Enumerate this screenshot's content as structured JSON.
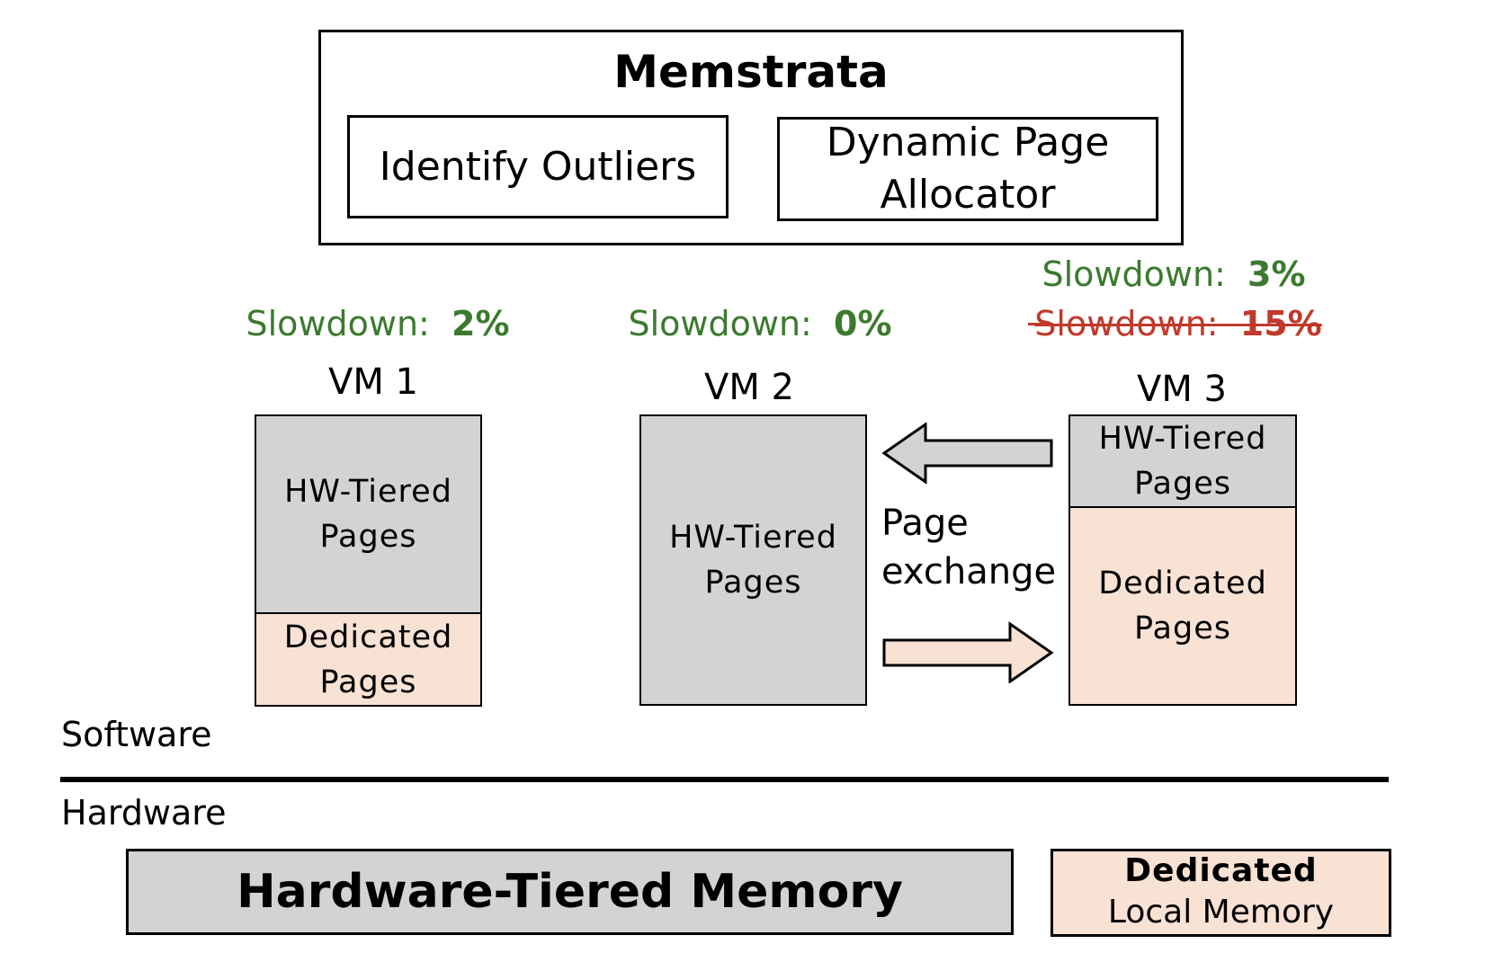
{
  "memstrata": {
    "title": "Memstrata",
    "component_1": "Identify Outliers",
    "component_2_line1": "Dynamic Page",
    "component_2_line2": "Allocator"
  },
  "vms": [
    {
      "label": "VM 1",
      "slowdown_prefix": "Slowdown:",
      "slowdown_value": "2%",
      "segments": [
        {
          "line1": "HW-Tiered",
          "line2": "Pages"
        },
        {
          "line1": "Dedicated",
          "line2": "Pages"
        }
      ]
    },
    {
      "label": "VM 2",
      "slowdown_prefix": "Slowdown:",
      "slowdown_value": "0%",
      "segments": [
        {
          "line1": "HW-Tiered",
          "line2": "Pages"
        }
      ]
    },
    {
      "label": "VM 3",
      "slowdown_prefix": "Slowdown:",
      "slowdown_value": "3%",
      "old_slowdown_prefix": "Slowdown:",
      "old_slowdown_value": "15%",
      "segments": [
        {
          "line1": "HW-Tiered",
          "line2": "Pages"
        },
        {
          "line1": "Dedicated",
          "line2": "Pages"
        }
      ]
    }
  ],
  "page_exchange": {
    "line1": "Page",
    "line2": "exchange"
  },
  "layers": {
    "software": "Software",
    "hardware": "Hardware"
  },
  "hardware": {
    "tiered_memory": "Hardware-Tiered Memory",
    "dedicated_line1": "Dedicated",
    "dedicated_line2": "Local Memory"
  },
  "colors": {
    "hw_tiered_fill": "#d3d3d3",
    "dedicated_fill": "#f8e2d4",
    "slowdown_good": "#3b7a2e",
    "slowdown_bad": "#c0392b"
  }
}
